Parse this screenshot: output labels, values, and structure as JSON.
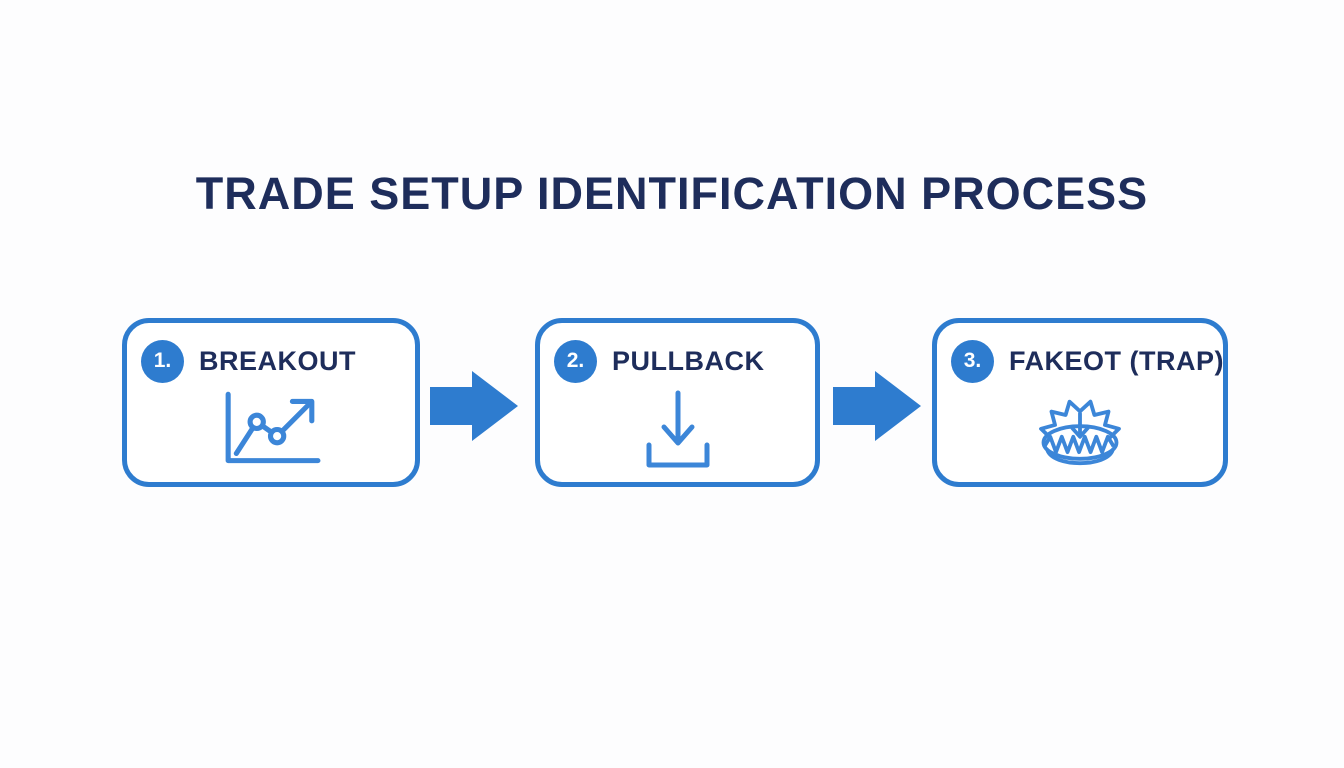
{
  "title": "TRADE SETUP IDENTIFICATION PROCESS",
  "steps": [
    {
      "number": "1.",
      "label": "BREAKOUT",
      "icon": "breakout-chart-icon"
    },
    {
      "number": "2.",
      "label": "PULLBACK",
      "icon": "pullback-down-arrow-icon"
    },
    {
      "number": "3.",
      "label": "FAKEOT (TRAP)",
      "icon": "bear-trap-icon"
    }
  ],
  "colors": {
    "primary_blue": "#2E7CCF",
    "icon_blue": "#3C86D8",
    "navy_text": "#1E2D5B",
    "background": "#FDFDFE",
    "circle_text": "#FFFFFF"
  }
}
